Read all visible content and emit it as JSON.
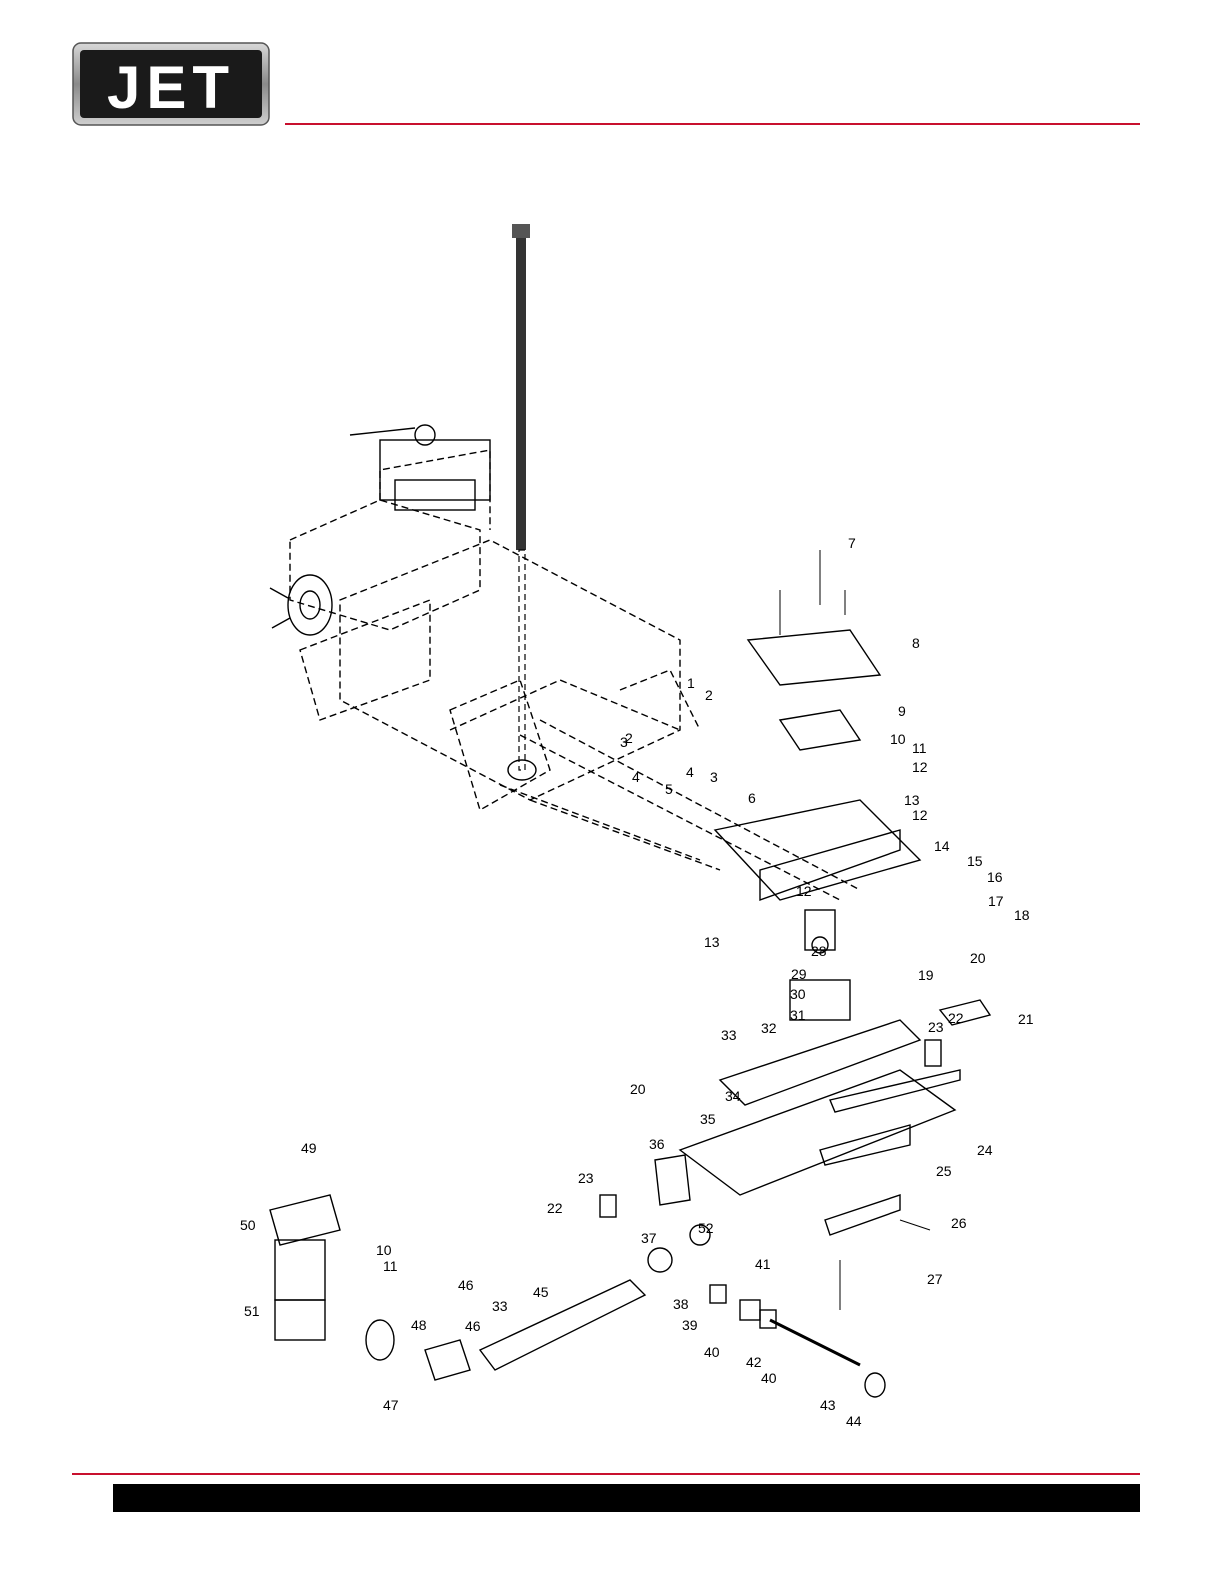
{
  "brand": {
    "logo_text": "JET",
    "accent_color": "#c8102e",
    "footer_color": "#000000"
  },
  "diagram": {
    "callouts": [
      {
        "label": "1"
      },
      {
        "label": "2"
      },
      {
        "label": "2"
      },
      {
        "label": "3"
      },
      {
        "label": "3"
      },
      {
        "label": "4"
      },
      {
        "label": "4"
      },
      {
        "label": "5"
      },
      {
        "label": "6"
      },
      {
        "label": "7"
      },
      {
        "label": "8"
      },
      {
        "label": "9"
      },
      {
        "label": "10"
      },
      {
        "label": "10"
      },
      {
        "label": "11"
      },
      {
        "label": "11"
      },
      {
        "label": "12"
      },
      {
        "label": "12"
      },
      {
        "label": "12"
      },
      {
        "label": "13"
      },
      {
        "label": "13"
      },
      {
        "label": "14"
      },
      {
        "label": "15"
      },
      {
        "label": "16"
      },
      {
        "label": "17"
      },
      {
        "label": "18"
      },
      {
        "label": "19"
      },
      {
        "label": "20"
      },
      {
        "label": "20"
      },
      {
        "label": "21"
      },
      {
        "label": "22"
      },
      {
        "label": "22"
      },
      {
        "label": "23"
      },
      {
        "label": "23"
      },
      {
        "label": "24"
      },
      {
        "label": "25"
      },
      {
        "label": "26"
      },
      {
        "label": "27"
      },
      {
        "label": "28"
      },
      {
        "label": "29"
      },
      {
        "label": "30"
      },
      {
        "label": "31"
      },
      {
        "label": "32"
      },
      {
        "label": "33"
      },
      {
        "label": "33"
      },
      {
        "label": "34"
      },
      {
        "label": "35"
      },
      {
        "label": "36"
      },
      {
        "label": "37"
      },
      {
        "label": "38"
      },
      {
        "label": "39"
      },
      {
        "label": "40"
      },
      {
        "label": "40"
      },
      {
        "label": "41"
      },
      {
        "label": "42"
      },
      {
        "label": "43"
      },
      {
        "label": "44"
      },
      {
        "label": "45"
      },
      {
        "label": "46"
      },
      {
        "label": "46"
      },
      {
        "label": "47"
      },
      {
        "label": "48"
      },
      {
        "label": "49"
      },
      {
        "label": "50"
      },
      {
        "label": "51"
      },
      {
        "label": "52"
      }
    ]
  }
}
